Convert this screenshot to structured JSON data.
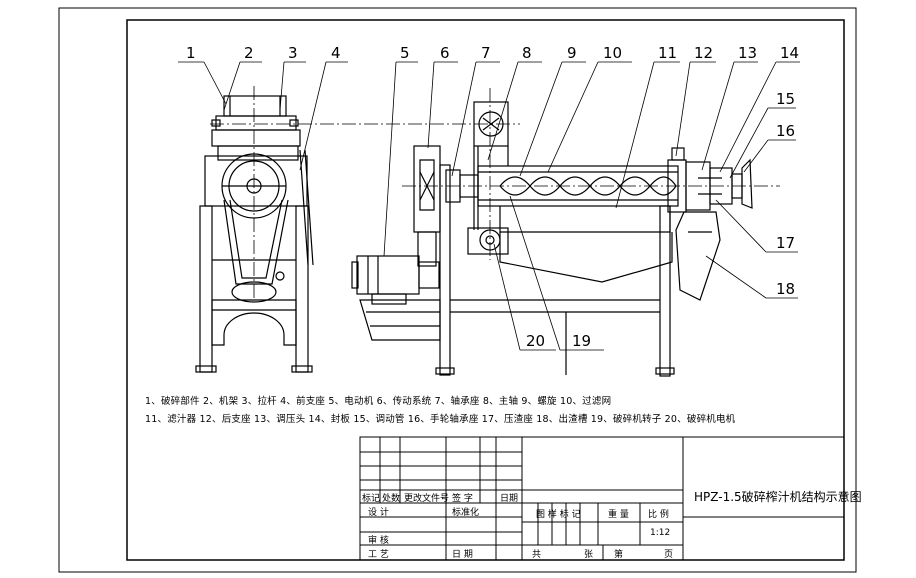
{
  "callouts": [
    "1",
    "2",
    "3",
    "4",
    "5",
    "6",
    "7",
    "8",
    "9",
    "10",
    "11",
    "12",
    "13",
    "14",
    "15",
    "16",
    "17",
    "18",
    "19",
    "20"
  ],
  "legend": {
    "line1": "1、破碎部件 2、机架 3、拉杆 4、前支座 5、电动机 6、传动系统 7、轴承座 8、主轴 9、螺旋 10、过滤网",
    "line2": "11、滤汁器 12、后支座 13、调压头 14、封板 15、调动管 16、手轮轴承座 17、压渣座 18、出渣槽 19、破碎机转子 20、破碎机电机"
  },
  "title_block": {
    "title": "HPZ-1.5破碎榨汁机结构示意图",
    "rev_headers": [
      "标记",
      "处数",
      "更改文件号",
      "签 字",
      "日期"
    ],
    "design": "设 计",
    "standardize": "标准化",
    "review": "审 核",
    "process": "工 艺",
    "date": "日 期",
    "drawing_mark": "图 样 标 记",
    "weight": "重 量",
    "scale_label": "比 例",
    "scale_value": "1:12",
    "sheets": "共",
    "sheet_of": "张",
    "sheet_no": "第",
    "page": "页"
  },
  "colors": {
    "line": "#000000",
    "background": "#ffffff"
  }
}
